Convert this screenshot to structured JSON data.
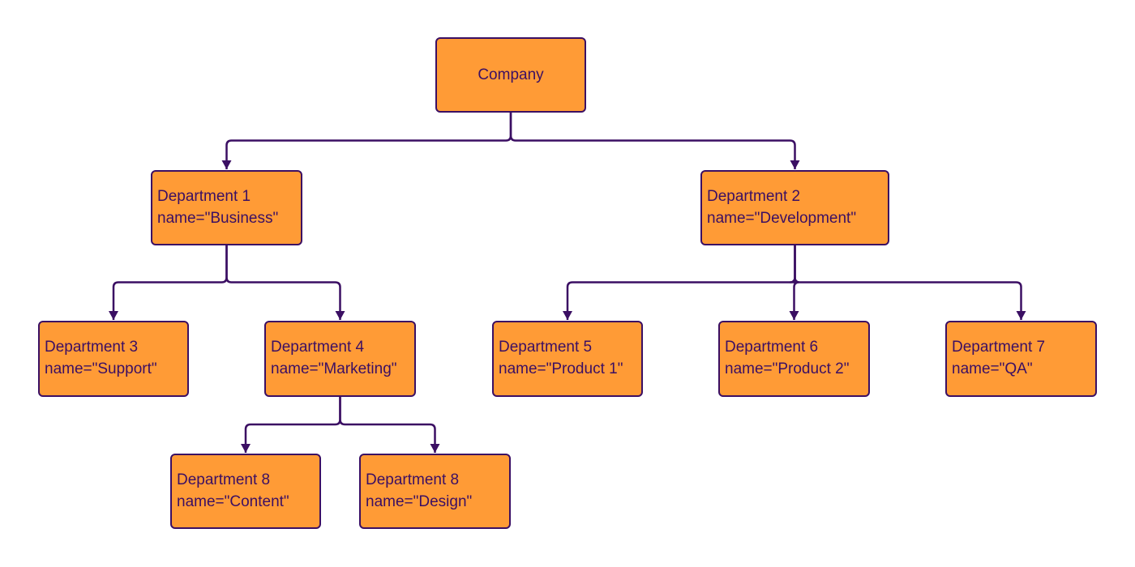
{
  "colors": {
    "node_fill": "#ff9b36",
    "node_border": "#3b0f63",
    "text": "#3b0f63",
    "connector": "#3b0f63",
    "background": "#ffffff"
  },
  "nodes": {
    "company": {
      "label": "Company"
    },
    "dept1": {
      "line1": "Department 1",
      "line2": "name=\"Business\""
    },
    "dept2": {
      "line1": "Department 2",
      "line2": "name=\"Development\""
    },
    "dept3": {
      "line1": "Department 3",
      "line2": "name=\"Support\""
    },
    "dept4": {
      "line1": "Department 4",
      "line2": "name=\"Marketing\""
    },
    "dept5": {
      "line1": "Department 5",
      "line2": "name=\"Product 1\""
    },
    "dept6": {
      "line1": "Department 6",
      "line2": "name=\"Product 2\""
    },
    "dept7": {
      "line1": "Department 7",
      "line2": "name=\"QA\""
    },
    "dept8a": {
      "line1": "Department 8",
      "line2": "name=\"Content\""
    },
    "dept8b": {
      "line1": "Department 8",
      "line2": "name=\"Design\""
    }
  },
  "edges": [
    {
      "from": "company",
      "to": "dept1"
    },
    {
      "from": "company",
      "to": "dept2"
    },
    {
      "from": "dept1",
      "to": "dept3"
    },
    {
      "from": "dept1",
      "to": "dept4"
    },
    {
      "from": "dept2",
      "to": "dept5"
    },
    {
      "from": "dept2",
      "to": "dept6"
    },
    {
      "from": "dept2",
      "to": "dept7"
    },
    {
      "from": "dept4",
      "to": "dept8a"
    },
    {
      "from": "dept4",
      "to": "dept8b"
    }
  ]
}
